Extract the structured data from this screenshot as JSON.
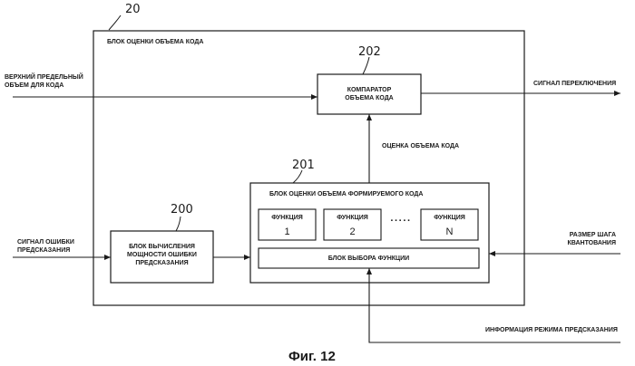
{
  "figure": {
    "caption": "Фиг. 12"
  },
  "outer_block": {
    "ref": "20",
    "title": "БЛОК ОЦЕНКИ ОБЪЕМА КОДА"
  },
  "comparator": {
    "ref": "202",
    "line1": "КОМПАРАТОР",
    "line2": "ОБЪЕМА КОДА"
  },
  "estimator": {
    "ref": "201",
    "title": "БЛОК ОЦЕНКИ ОБЪЕМА ФОРМИРУЕМОГО КОДА",
    "functions": [
      {
        "label": "ФУНКЦИЯ",
        "index": "1"
      },
      {
        "label": "ФУНКЦИЯ",
        "index": "2"
      },
      {
        "label": "ФУНКЦИЯ",
        "index": "N"
      }
    ],
    "dots": "·····",
    "selector": "БЛОК ВЫБОРА ФУНКЦИИ"
  },
  "power_block": {
    "ref": "200",
    "line1": "БЛОК ВЫЧИСЛЕНИЯ",
    "line2": "МОЩНОСТИ ОШИБКИ",
    "line3": "ПРЕДСКАЗАНИЯ"
  },
  "signals": {
    "upper_limit_line1": "ВЕРХНИЙ ПРЕДЕЛЬНЫЙ",
    "upper_limit_line2": "ОБЪЕМ ДЛЯ КОДА",
    "switch_signal": "СИГНАЛ ПЕРЕКЛЮЧЕНИЯ",
    "code_estimate": "ОЦЕНКА ОБЪЕМА КОДА",
    "error_signal_line1": "СИГНАЛ ОШИБКИ",
    "error_signal_line2": "ПРЕДСКАЗАНИЯ",
    "qstep_line1": "РАЗМЕР ШАГА",
    "qstep_line2": "КВАНТОВАНИЯ",
    "mode_info": "ИНФОРМАЦИЯ РЕЖИМА ПРЕДСКАЗАНИЯ"
  }
}
